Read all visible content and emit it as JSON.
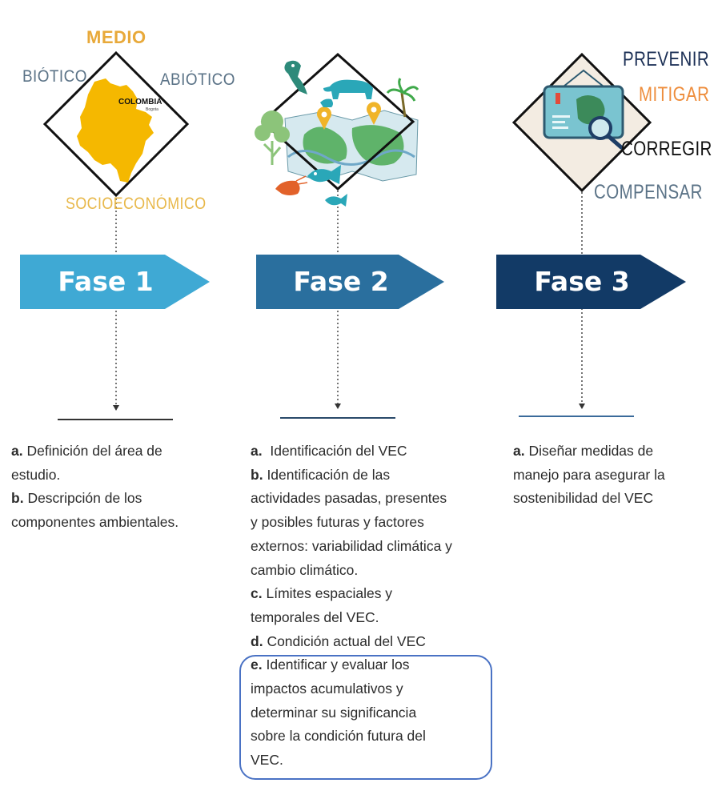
{
  "colors": {
    "phase1": "#3fa9d4",
    "phase2": "#2a6f9e",
    "phase3": "#123a66",
    "medio": "#e8a93a",
    "label_gray": "#5b7387",
    "socio": "#e8b84a",
    "mitigar": "#ee8d3c",
    "prevenir": "#1b2f55",
    "highlight_border": "#4a72c4",
    "colombia_map": "#f5b800"
  },
  "phase1": {
    "title": "Fase 1",
    "diamond_labels": {
      "top": "MEDIO",
      "left": "BIÓTICO",
      "right": "ABIÓTICO",
      "bottom": "SOCIOECONÓMICO",
      "map_title": "COLOMBIA",
      "map_capital": "Bogota"
    },
    "items": [
      {
        "letter": "a.",
        "lines": [
          "Definición del área de",
          "estudio."
        ]
      },
      {
        "letter": "b.",
        "lines": [
          "Descripción de los",
          "componentes ambientales."
        ]
      }
    ]
  },
  "phase2": {
    "title": "Fase 2",
    "icons": [
      "parrot-icon",
      "tapir-icon",
      "palm-tree-icon",
      "tree-icon",
      "map-icon",
      "location-pin-icon",
      "fish-icon",
      "shrimp-icon"
    ],
    "items": [
      {
        "letter": "a.",
        "lines": [
          "Identificación del VEC"
        ]
      },
      {
        "letter": "b.",
        "lines": [
          "Identificación de las",
          "actividades pasadas, presentes",
          "y posibles futuras y factores",
          "externos: variabilidad climática y",
          "cambio climático."
        ]
      },
      {
        "letter": "c.",
        "lines": [
          "Límites espaciales y",
          "temporales del VEC."
        ]
      },
      {
        "letter": "d.",
        "lines": [
          "Condición actual del VEC"
        ]
      },
      {
        "letter": "e.",
        "lines": [
          "Identificar y evaluar los",
          "impactos acumulativos y",
          "determinar su significancia",
          "sobre la condición futura del",
          "VEC."
        ]
      }
    ]
  },
  "phase3": {
    "title": "Fase 3",
    "diamond_labels": {
      "prevenir": "PREVENIR",
      "mitigar": "MITIGAR",
      "corregir": "CORREGIR",
      "compensar": "COMPENSAR"
    },
    "icons": [
      "map-board-icon",
      "magnifier-icon"
    ],
    "items": [
      {
        "letter": "a.",
        "lines": [
          "Diseñar medidas de",
          "manejo para asegurar la",
          "sostenibilidad del VEC"
        ]
      }
    ]
  }
}
